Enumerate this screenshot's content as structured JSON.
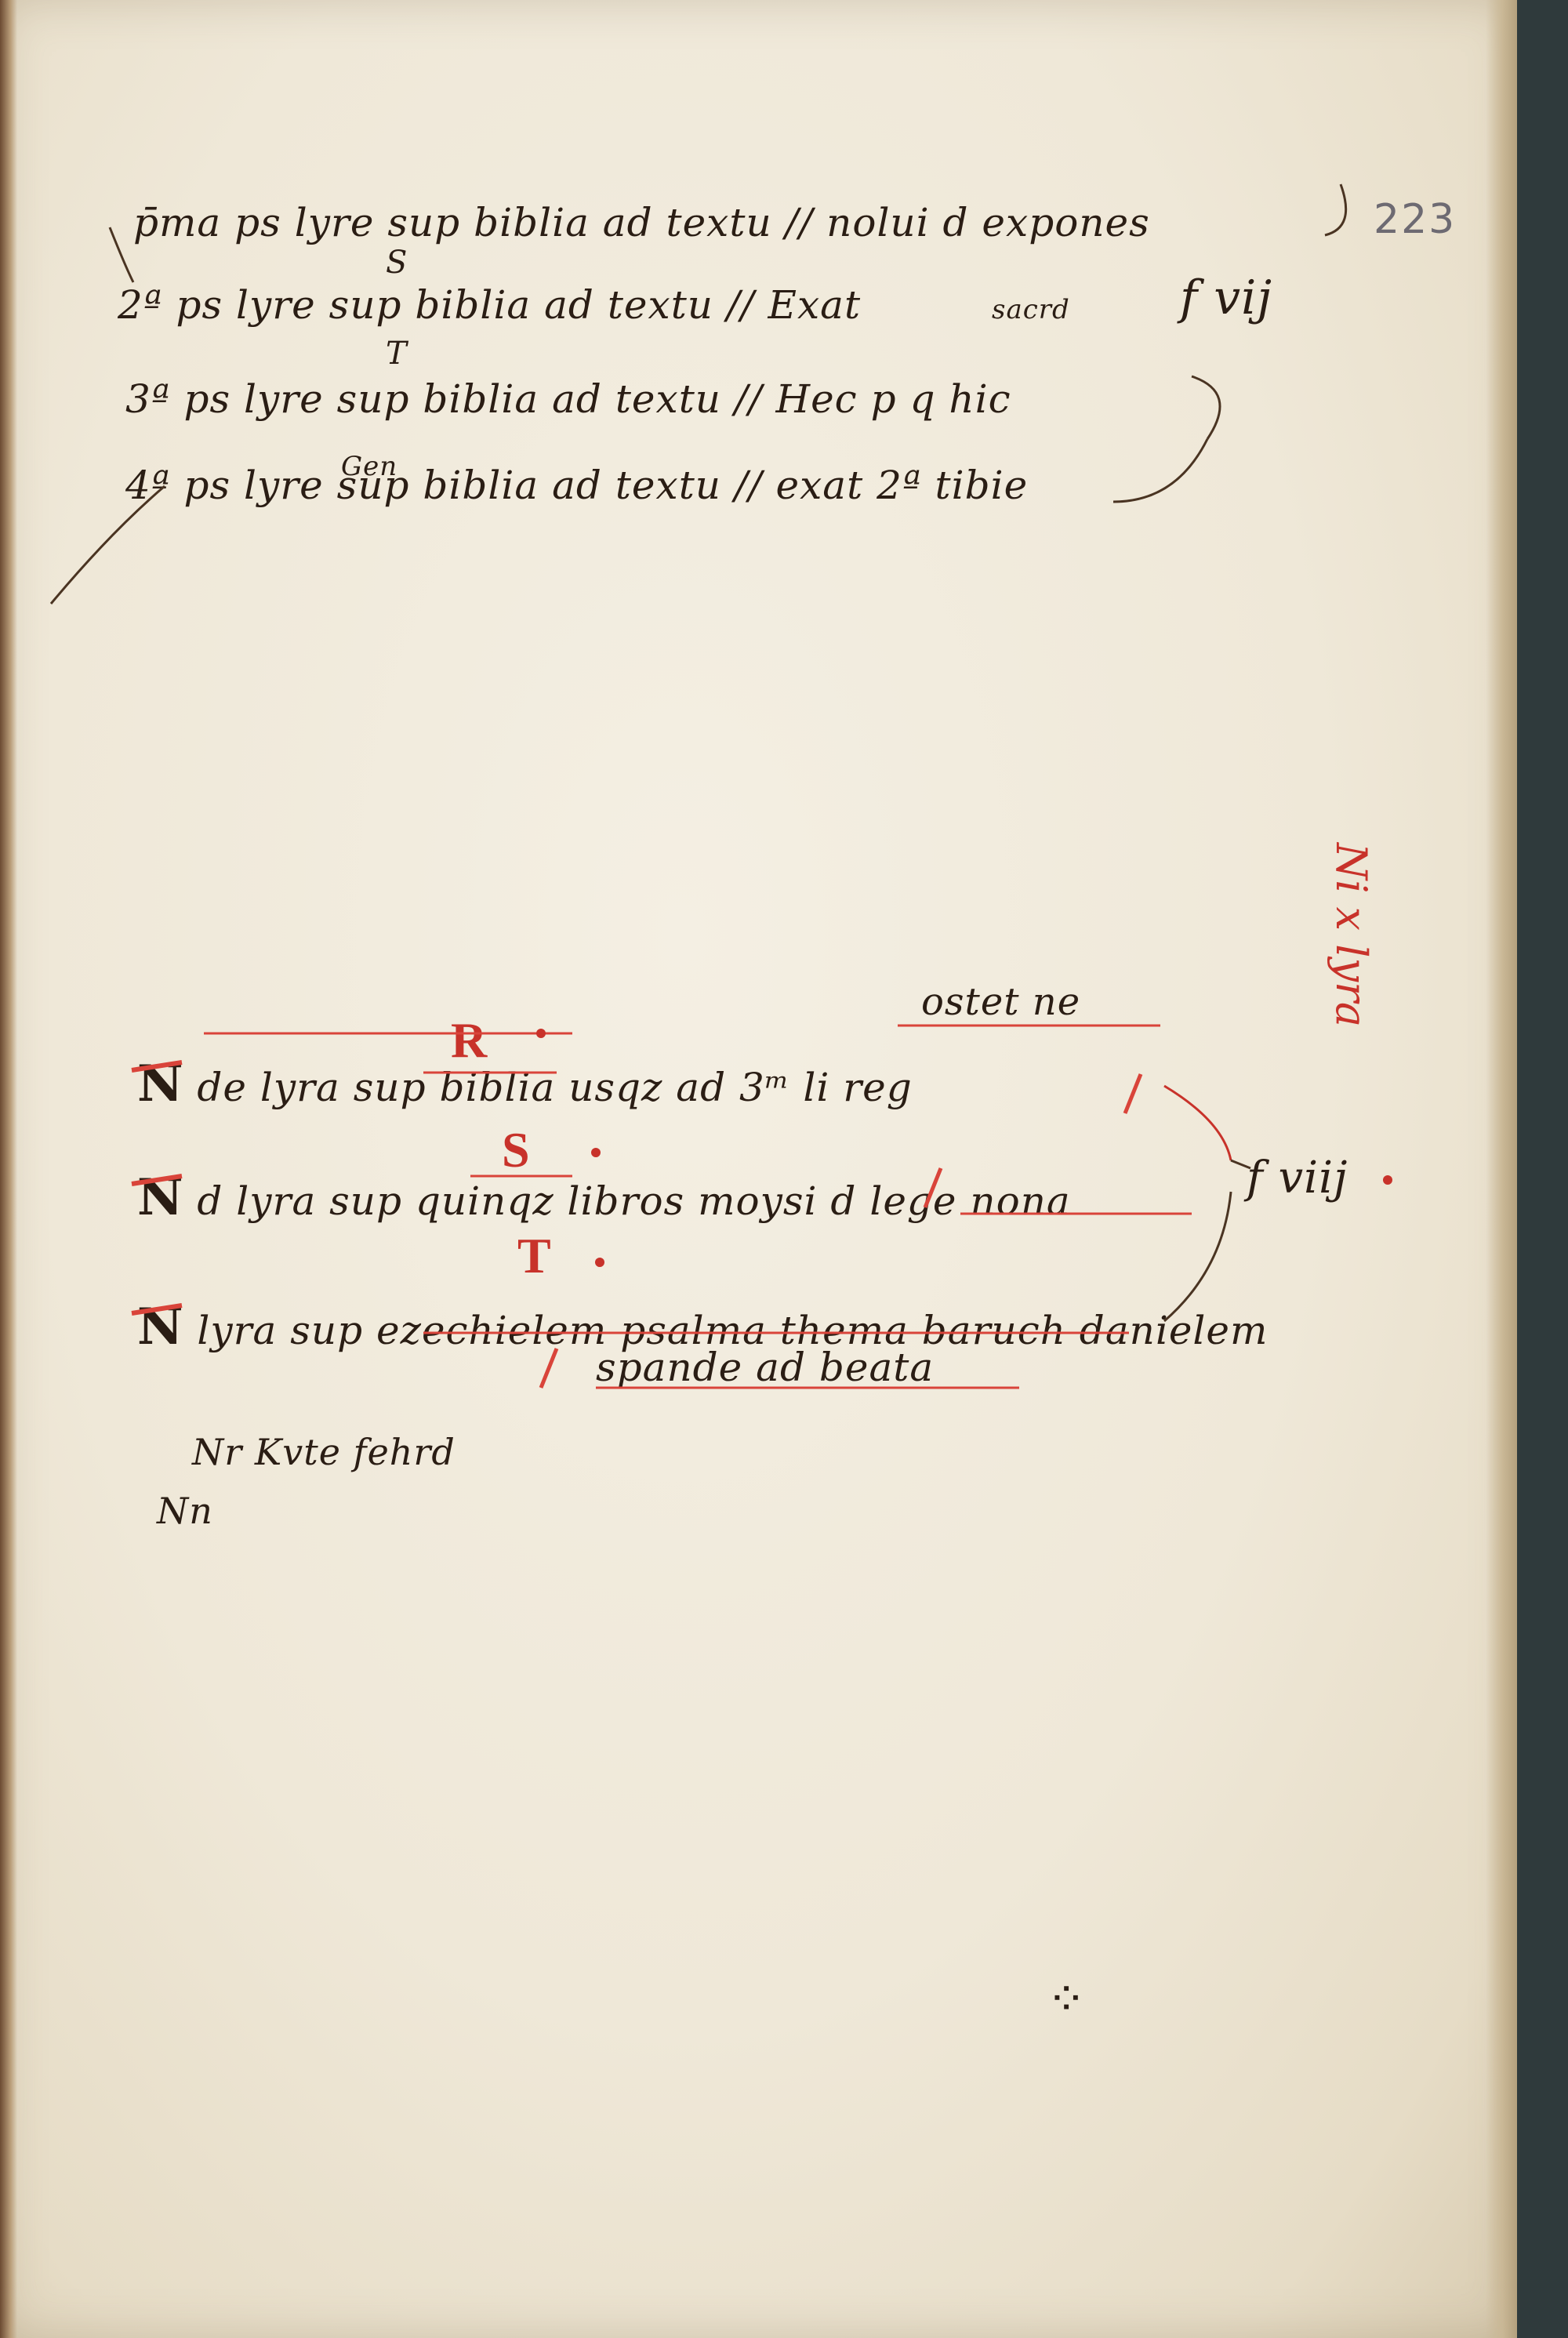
{
  "folio": "223",
  "upper_notes": {
    "lines": [
      {
        "num": "p̄ma",
        "text": "ps lyre sup biblia ad textu // nolui d expones"
      },
      {
        "num": "2ª",
        "text": "ps lyre sup biblia ad textu // Exat"
      },
      {
        "num": "3ª",
        "text": "ps lyre sup biblia ad textu // Hec p q hic"
      },
      {
        "num": "4ª",
        "text": "ps lyre sup biblia ad textu // exat 2ª tibie"
      }
    ],
    "interlinear_sacrd": "sacrd",
    "interlinear_gen": "Gen",
    "interlinear_S": "S",
    "interlinear_T": "T",
    "shelf_mark": "f vij"
  },
  "lower_entries": {
    "above_first": "ostet ne",
    "lines": [
      {
        "initial": "N",
        "letter": "R",
        "text": "de lyra sup biblia usqz ad 3ᵐ li reg",
        "tail": ""
      },
      {
        "initial": "N",
        "letter": "S",
        "text": "d lyra sup quinqz libros moysi",
        "tail": "d lege nona"
      },
      {
        "initial": "N",
        "letter": "T",
        "text": "lyra sup ezechielem psalma thema baruch danielem",
        "tail": "spande ad beata"
      }
    ],
    "shelf_mark": "f viij",
    "margin_red": "Ni x lyra",
    "note_lines": [
      "Nr Kvte fehrd",
      "Nn"
    ]
  },
  "footer_marks": "⁘"
}
